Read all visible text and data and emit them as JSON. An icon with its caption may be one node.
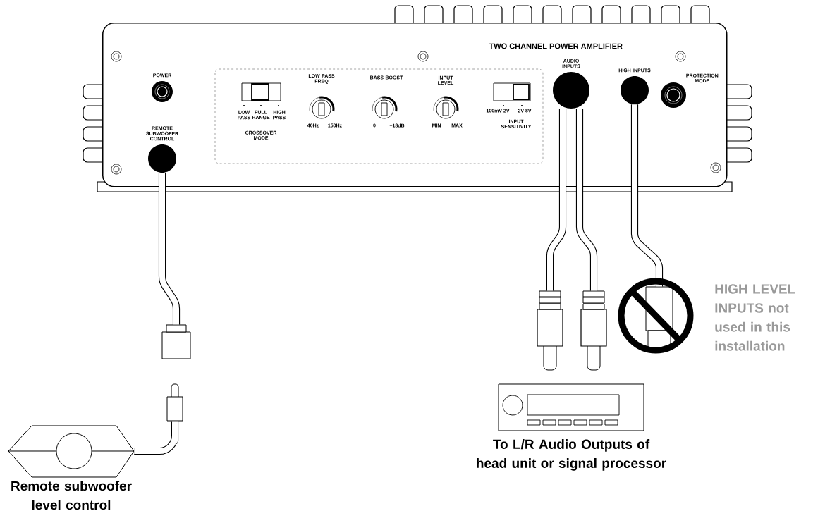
{
  "diagram": {
    "nodes": [
      {
        "text": [
          "TWO CHANNEL POWER AMPLIFIER"
        ]
      },
      {
        "text": [
          "POWER"
        ],
        "in": 0
      },
      {
        "text": [
          "REMOTE SUBWOOFER CONTROL"
        ],
        "in": 0
      },
      {
        "text": [
          "AUDIO INPUTS"
        ],
        "in": 0
      },
      {
        "text": [
          "HIGH INPUTS"
        ],
        "in": 0
      },
      {
        "text": [
          "PROTECTION MODE"
        ],
        "in": 0
      },
      {
        "text": [],
        "shape": "box"
      },
      {
        "text": [],
        "shape": "box"
      },
      {
        "text": [
          "Remote subwoofer level control"
        ]
      },
      {
        "text": [],
        "shape": "box"
      },
      {
        "text": [],
        "shape": "box"
      },
      {
        "text": [],
        "shape": "box"
      },
      {
        "text": [
          "To L/R Audio Outputs of head unit or signal processor"
        ]
      }
    ],
    "edges": [
      {
        "from": 2,
        "to": 6,
        "arrow": "none"
      },
      {
        "from": 7,
        "to": 8,
        "arrow": "none"
      },
      {
        "from": 3,
        "to": 9,
        "arrow": "none"
      },
      {
        "from": 3,
        "to": 10,
        "arrow": "none"
      },
      {
        "from": 4,
        "to": 11,
        "arrow": "none"
      }
    ],
    "labels": [
      "LOW PASS FREQ",
      "BASS BOOST",
      "INPUT LEVEL",
      "LOW PASS",
      "FULL RANGE",
      "HIGH PASS",
      "40Hz",
      "150Hz",
      "0",
      "+18dB",
      "MIN",
      "MAX",
      "100mV-2V",
      "2V-8V",
      "CROSSOVER MODE",
      "INPUT SENSITIVITY",
      "HIGH LEVEL INPUTS not used in this installation"
    ]
  }
}
